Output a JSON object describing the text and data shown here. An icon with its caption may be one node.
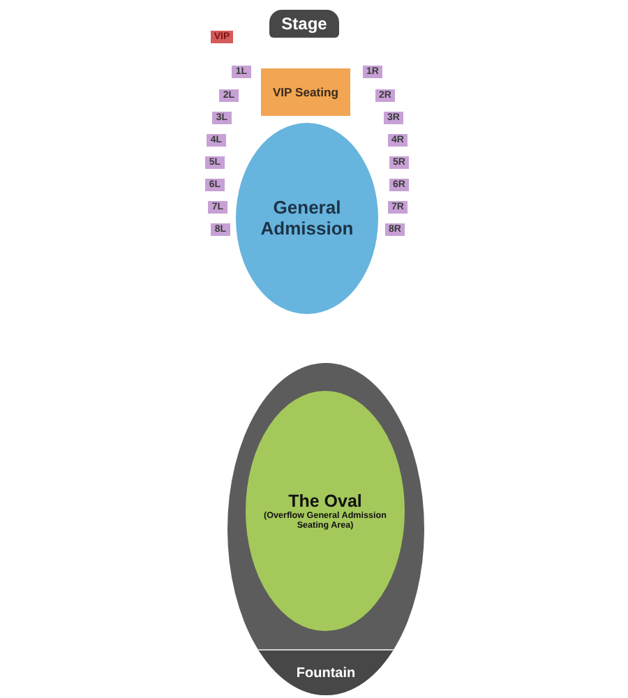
{
  "diagram": {
    "nodes": [
      {
        "text": [
          "Stage"
        ]
      },
      {
        "text": [
          "VIP"
        ]
      },
      {
        "text": [
          "1L"
        ]
      },
      {
        "text": [
          "VIP Seating"
        ]
      },
      {
        "text": [
          "1R"
        ]
      },
      {
        "text": [
          "2L"
        ]
      },
      {
        "text": [
          "2R"
        ]
      },
      {
        "text": [
          "3L"
        ]
      },
      {
        "text": [
          "3R"
        ]
      },
      {
        "text": [
          "General Admission"
        ]
      },
      {
        "text": [
          "4L"
        ]
      },
      {
        "text": [
          "4R"
        ]
      },
      {
        "text": [
          "5L"
        ]
      },
      {
        "text": [
          "5R"
        ]
      },
      {
        "text": [
          "6L"
        ]
      },
      {
        "text": [
          "6R"
        ]
      },
      {
        "text": [
          "7L"
        ]
      },
      {
        "text": [
          "7R"
        ]
      },
      {
        "text": [
          "8L"
        ]
      },
      {
        "text": [
          "8R"
        ]
      },
      {
        "text": [],
        "shape": "ellipse"
      },
      {
        "text": [
          "The Oval",
          "(Overflow General Admission Seating Area)"
        ],
        "in": 20
      },
      {
        "text": [
          "Fountain"
        ],
        "in": 20
      }
    ]
  }
}
